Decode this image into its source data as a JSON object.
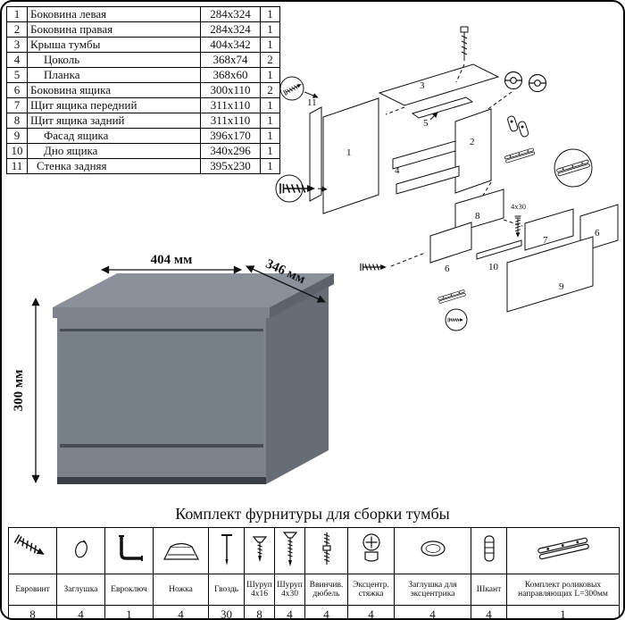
{
  "parts_table": {
    "rows": [
      {
        "num": "1",
        "name": "Боковина левая",
        "size": "284х324",
        "qty": "1"
      },
      {
        "num": "2",
        "name": "Боковина правая",
        "size": "284х324",
        "qty": "1"
      },
      {
        "num": "3",
        "name": "Крыша тумбы",
        "size": "404х342",
        "qty": "1"
      },
      {
        "num": "4",
        "name": "Цоколь",
        "size": "368х74",
        "qty": "2"
      },
      {
        "num": "5",
        "name": "Планка",
        "size": "368х60",
        "qty": "1"
      },
      {
        "num": "6",
        "name": "Боковина ящика",
        "size": "300х110",
        "qty": "2"
      },
      {
        "num": "7",
        "name": "Щит ящика передний",
        "size": "311х110",
        "qty": "1"
      },
      {
        "num": "8",
        "name": "Щит ящика задний",
        "size": "311х110",
        "qty": "1"
      },
      {
        "num": "9",
        "name": "Фасад ящика",
        "size": "396х170",
        "qty": "1"
      },
      {
        "num": "10",
        "name": "Дно ящика",
        "size": "340х296",
        "qty": "1"
      },
      {
        "num": "11",
        "name": "Стенка задняя",
        "size": "395х230",
        "qty": "1"
      }
    ]
  },
  "dimensions": {
    "width": "404 мм",
    "depth": "346 мм",
    "height": "300 мм"
  },
  "diagram": {
    "labels": {
      "n1": "1",
      "n2": "2",
      "n3": "3",
      "n4": "4",
      "n5": "5",
      "n6": "6",
      "n7": "7",
      "n8": "8",
      "n9": "9",
      "n10": "10",
      "n11": "11"
    },
    "note": "4х30"
  },
  "hardware": {
    "title": "Комплект фурнитуры для сборки тумбы",
    "items": [
      {
        "label": "Евровинт",
        "qty": "8",
        "icon": "euro-screw-icon"
      },
      {
        "label": "Заглушка",
        "qty": "4",
        "icon": "cap-icon"
      },
      {
        "label": "Евроключ",
        "qty": "1",
        "icon": "hex-key-icon"
      },
      {
        "label": "Ножка",
        "qty": "4",
        "icon": "leg-icon"
      },
      {
        "label": "Гвоздь",
        "qty": "30",
        "icon": "nail-icon"
      },
      {
        "label": "Шуруп 4х16",
        "qty": "8",
        "icon": "screw-16-icon"
      },
      {
        "label": "Шуруп 4х30",
        "qty": "4",
        "icon": "screw-30-icon"
      },
      {
        "label": "Ввинчив. дюбель",
        "qty": "4",
        "icon": "dowel-screw-icon"
      },
      {
        "label": "Эксцентр. стяжка",
        "qty": "4",
        "icon": "eccentric-cam-icon"
      },
      {
        "label": "Заглушка для эксцентрика",
        "qty": "4",
        "icon": "cam-cap-icon"
      },
      {
        "label": "Шкант",
        "qty": "4",
        "icon": "wood-dowel-icon"
      },
      {
        "label": "Комплект роликовых направляющих L=300мм",
        "qty": "1",
        "icon": "drawer-slides-icon"
      }
    ]
  },
  "colors": {
    "cabinet_gray": "#7b838d"
  }
}
